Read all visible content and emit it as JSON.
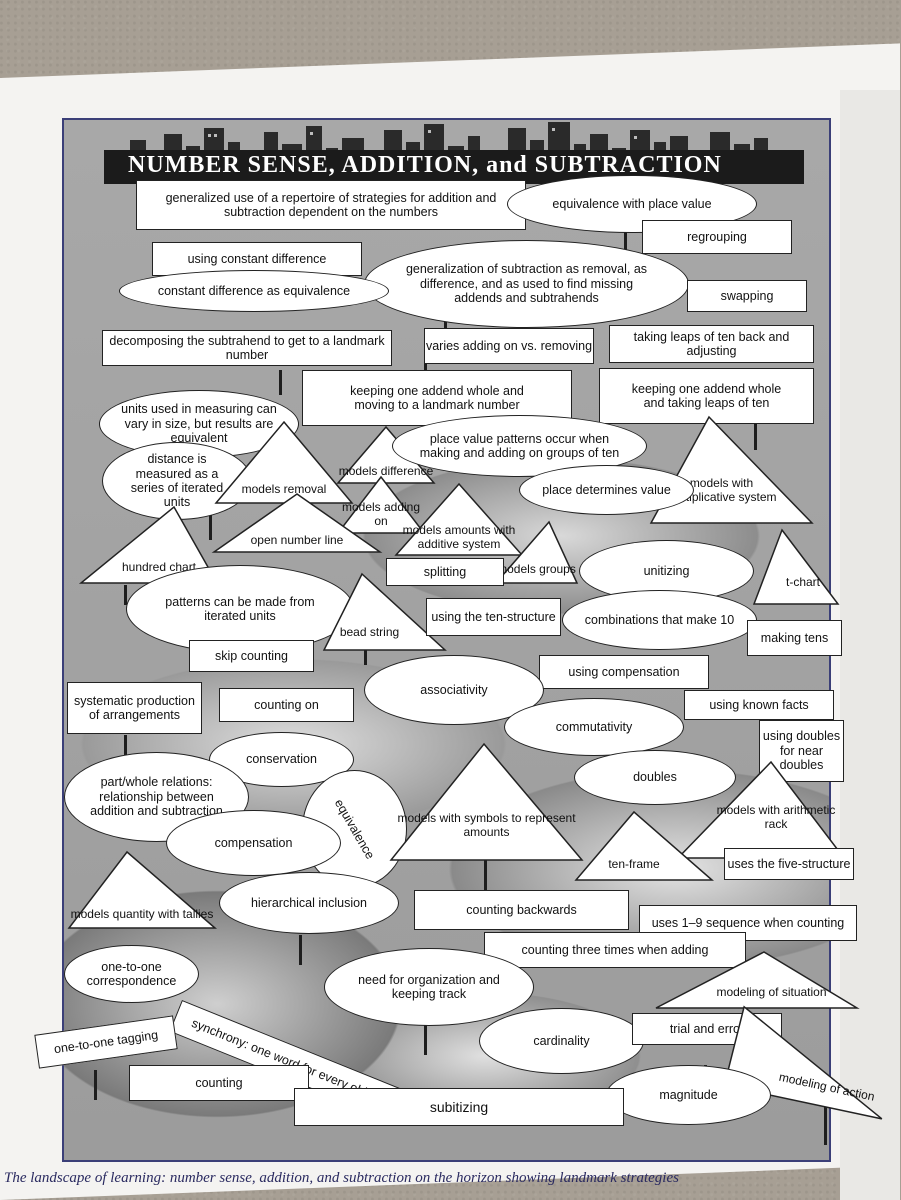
{
  "title": "NUMBER SENSE, ADDITION, and SUBTRACTION",
  "caption": "The landscape of learning: number sense, addition, and subtraction on the horizon showing landmark strategies",
  "landmarks": {
    "generalized_repertoire": "generalized use of a repertoire of strategies for addition and subtraction dependent on the numbers",
    "equivalence_place_value": "equivalence with place value",
    "regrouping": "regrouping",
    "using_constant_difference": "using constant difference",
    "generalization_subtraction": "generalization of subtraction as removal, as difference, and as used to find missing addends and subtrahends",
    "constant_difference_equivalence": "constant difference as equivalence",
    "swapping": "swapping",
    "decomposing_subtrahend": "decomposing the subtrahend to get to a landmark number",
    "varies_adding": "varies adding on vs. removing",
    "taking_leaps_back": "taking leaps of ten back and adjusting",
    "units_measuring": "units used in measuring can vary in size, but results are equivalent",
    "keeping_addend_landmark": "keeping one addend whole and moving to a landmark number",
    "keeping_addend_leaps": "keeping one addend whole and taking leaps of ten",
    "distance_iterated": "distance is measured as a series of iterated units",
    "models_removal": "models removal",
    "models_difference": "models difference",
    "place_value_patterns": "place value patterns occur when making and adding on groups of ten",
    "models_multiplicative": "models with multiplicative system",
    "models_adding_on": "models adding on",
    "models_additive": "models amounts with additive system",
    "place_determines_value": "place determines value",
    "hundred_chart": "hundred chart",
    "open_number_line": "open number line",
    "models_groups": "models groups",
    "unitizing": "unitizing",
    "t_chart": "t-chart",
    "splitting": "splitting",
    "patterns_iterated": "patterns can be made from iterated units",
    "bead_string": "bead string",
    "using_ten_structure": "using the ten-structure",
    "combinations_10": "combinations that make 10",
    "making_tens": "making tens",
    "skip_counting": "skip counting",
    "using_compensation": "using compensation",
    "systematic_production": "systematic production of arrangements",
    "counting_on": "counting on",
    "associativity": "associativity",
    "using_known_facts": "using known facts",
    "commutativity": "commutativity",
    "conservation": "conservation",
    "using_doubles": "using doubles for near doubles",
    "part_whole": "part/whole relations: relationship between addition and subtraction",
    "equivalence": "equivalence",
    "models_symbols": "models with symbols to represent amounts",
    "doubles": "doubles",
    "models_arithmetic_rack": "models with arithmetic rack",
    "compensation": "compensation",
    "ten_frame": "ten-frame",
    "uses_five_structure": "uses the five-structure",
    "models_tallies": "models quantity with tallies",
    "hierarchical_inclusion": "hierarchical inclusion",
    "counting_backwards": "counting backwards",
    "uses_1_9": "uses 1–9 sequence when counting",
    "counting_three_times": "counting three times when adding",
    "one_to_one_correspondence": "one-to-one correspondence",
    "need_for_organization": "need for organization and keeping track",
    "modeling_situation": "modeling of situation",
    "synchrony": "synchrony: one word for every object",
    "one_to_one_tagging": "one-to-one tagging",
    "cardinality": "cardinality",
    "trial_and_error": "trial and error",
    "modeling_action": "modeling of action",
    "counting": "counting",
    "magnitude": "magnitude",
    "subitizing": "subitizing"
  }
}
